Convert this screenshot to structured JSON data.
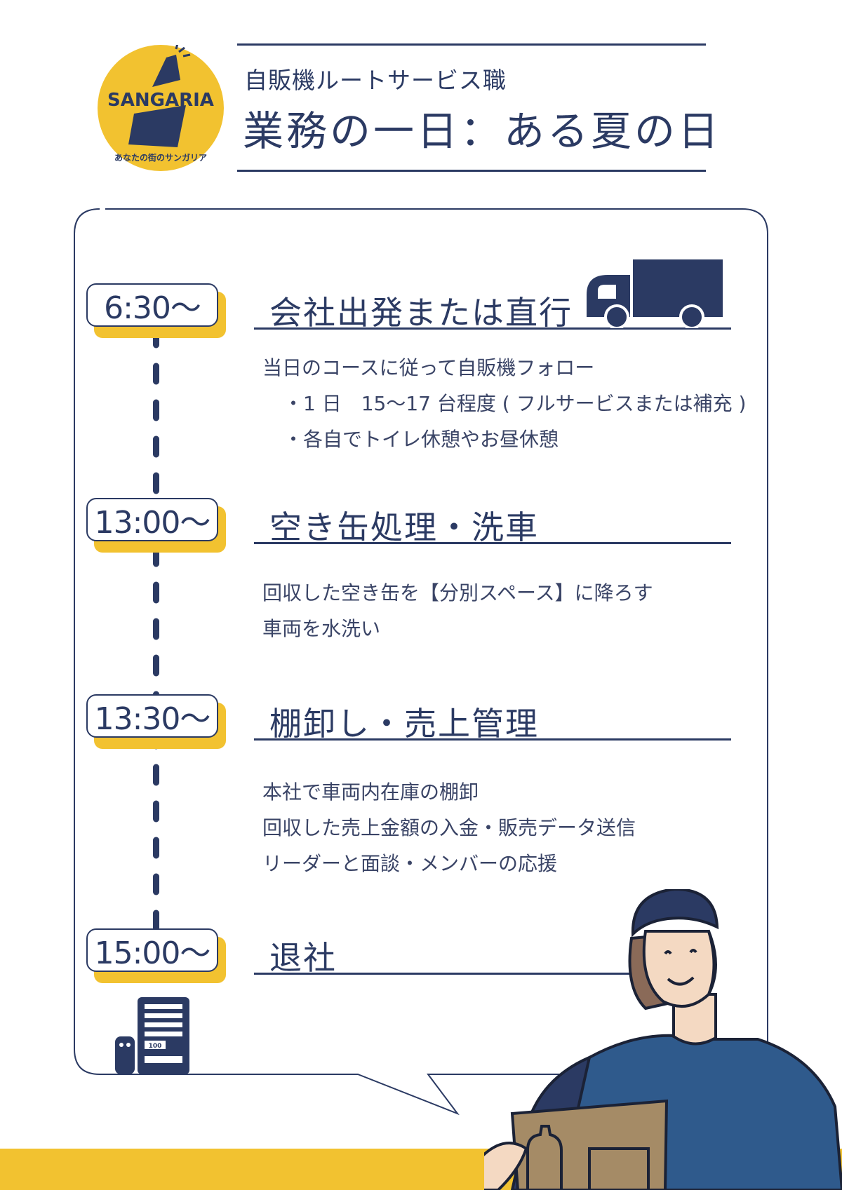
{
  "logo": {
    "brand": "SANGARIA",
    "tagline": "あなたの街のサンガリア"
  },
  "header": {
    "subtitle": "自販機ルートサービス職",
    "title": "業務の一日：ある夏の日"
  },
  "timeline": [
    {
      "time": "6:30〜",
      "heading": "会社出発または直行",
      "lines": [
        "当日のコースに従って自販機フォロー",
        "・1 日　15〜17 台程度 ( フルサービスまたは補充 )",
        "・各自でトイレ休憩やお昼休憩"
      ]
    },
    {
      "time": "13:00〜",
      "heading": "空き缶処理・洗車",
      "lines": [
        "回収した空き缶を【分別スペース】に降ろす",
        "車両を水洗い"
      ]
    },
    {
      "time": "13:30〜",
      "heading": "棚卸し・売上管理",
      "lines": [
        "本社で車両内在庫の棚卸",
        "回収した売上金額の入金・販売データ送信",
        "リーダーと面談・メンバーの応援"
      ]
    },
    {
      "time": "15:00〜",
      "heading": "退社",
      "lines": []
    }
  ],
  "vending_machine": {
    "price_label": "100"
  },
  "colors": {
    "navy": "#2b3a63",
    "yellow": "#f2c230",
    "shirt": "#2f5a8c",
    "box": "#a58b66"
  }
}
